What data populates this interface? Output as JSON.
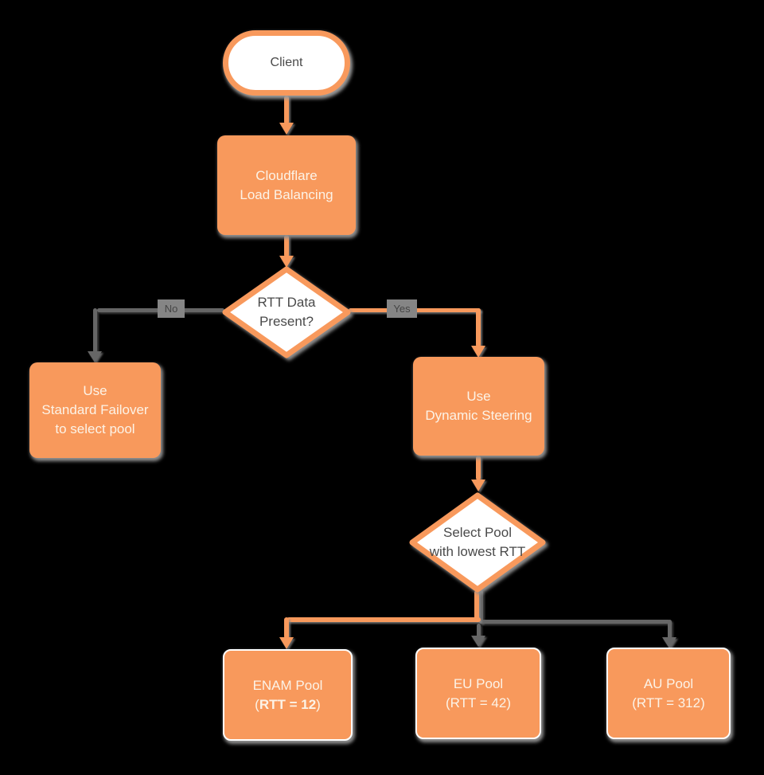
{
  "nodes": {
    "client": {
      "label": "Client"
    },
    "load_balancer": {
      "lines": [
        "Cloudflare",
        "Load Balancing"
      ]
    },
    "rtt_decision": {
      "lines": [
        "RTT Data",
        "Present?"
      ]
    },
    "standard_failover": {
      "lines": [
        "Use",
        "Standard Failover",
        "to select pool"
      ]
    },
    "dynamic_steering": {
      "lines": [
        "Use",
        "Dynamic Steering"
      ]
    },
    "select_pool": {
      "lines": [
        "Select Pool",
        "with lowest RTT"
      ]
    },
    "enam_pool": {
      "line1": "ENAM Pool",
      "line2_open": "(",
      "line2_bold": "RTT = 12",
      "line2_close": ")"
    },
    "eu_pool": {
      "lines": [
        "EU Pool",
        "(RTT = 42)"
      ]
    },
    "au_pool": {
      "lines": [
        "AU Pool",
        "(RTT = 312)"
      ]
    }
  },
  "edge_labels": {
    "no": "No",
    "yes": "Yes"
  },
  "colors": {
    "background": "#000000",
    "accent_orange": "#F8995C",
    "connector_gray": "#666666",
    "node_text_light": "#FCF3E7",
    "node_text_dark": "#4A4A4A",
    "shape_white": "#FFFFFF"
  }
}
